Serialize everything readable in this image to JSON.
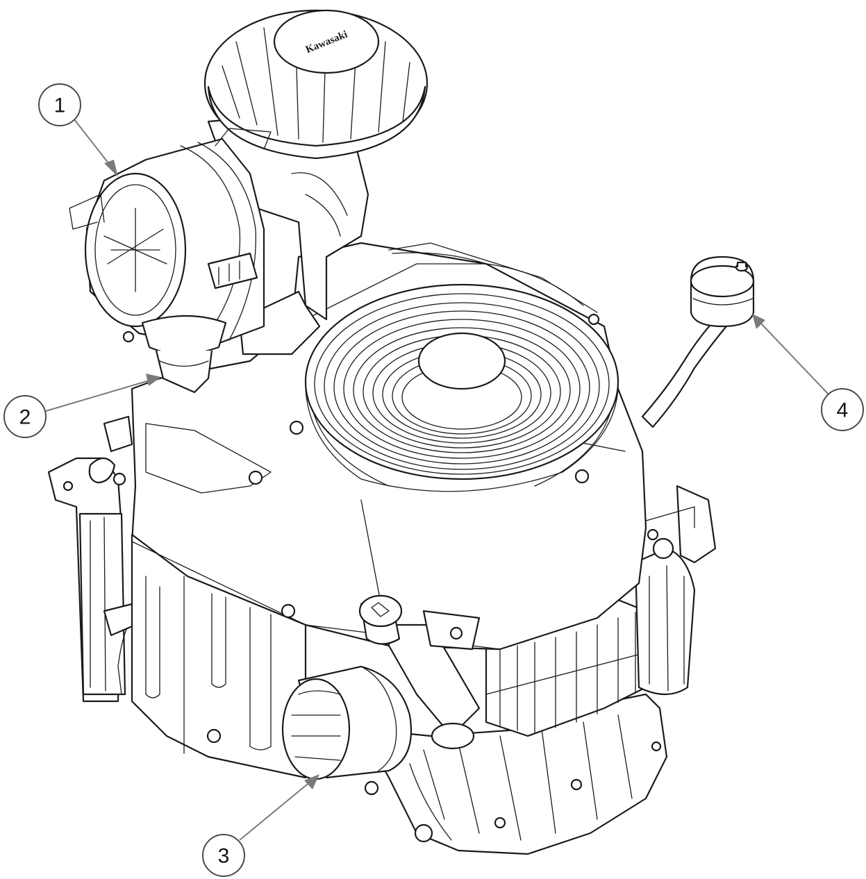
{
  "figure": {
    "logo_text": "Kawasaki",
    "callouts": [
      {
        "label": "1",
        "part": "air-cleaner"
      },
      {
        "label": "2",
        "part": "dust-ejector-valve"
      },
      {
        "label": "3",
        "part": "oil-filter"
      },
      {
        "label": "4",
        "part": "breather"
      }
    ]
  },
  "colors": {
    "line": "#1a1a1a",
    "leader": "#7a7a7a",
    "background": "#ffffff"
  }
}
